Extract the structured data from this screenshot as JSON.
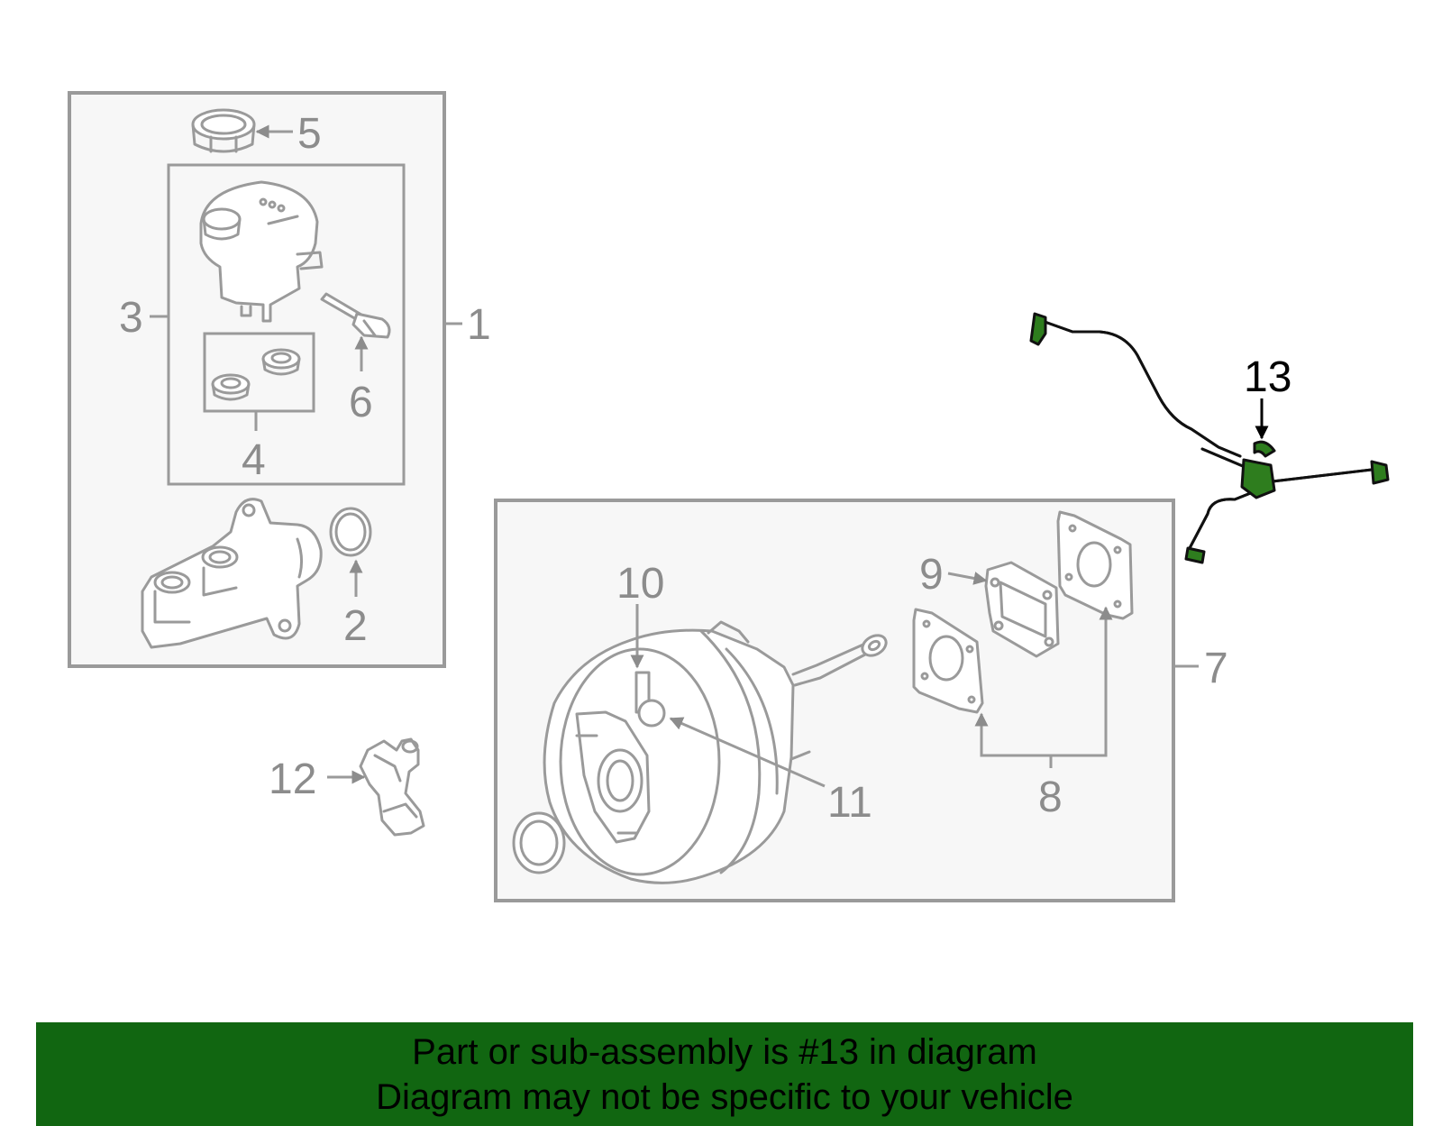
{
  "diagram": {
    "highlight_color": "#2e7d1e",
    "banner_color": "#116611",
    "callouts": {
      "c1": "1",
      "c2": "2",
      "c3": "3",
      "c4": "4",
      "c5": "5",
      "c6": "6",
      "c7": "7",
      "c8": "8",
      "c9": "9",
      "c10": "10",
      "c11": "11",
      "c12": "12",
      "c13": "13"
    }
  },
  "banner": {
    "line1": "Part or sub-assembly is #13 in diagram",
    "line2": "Diagram may not be specific to your vehicle"
  }
}
